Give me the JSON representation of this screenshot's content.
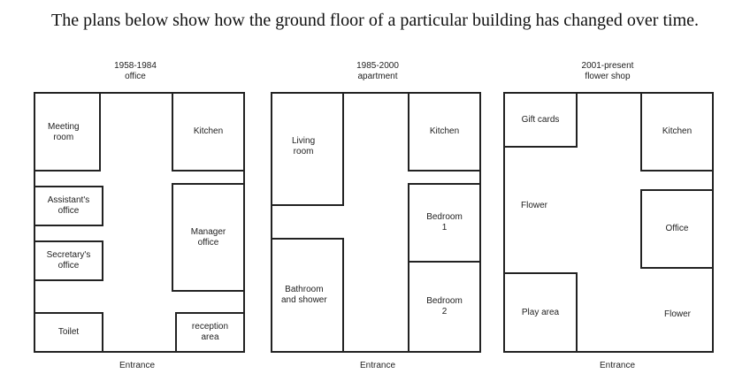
{
  "title": "The plans below show how the ground floor of a particular building has changed over time.",
  "plans": [
    {
      "period": "1958-1984",
      "use": "office",
      "entrance": "Entrance",
      "rooms": [
        "Meeting\nroom",
        "Kitchen",
        "Assistant's\noffice",
        "Secretary's\noffice",
        "Manager\noffice",
        "Toilet",
        "reception\narea"
      ]
    },
    {
      "period": "1985-2000",
      "use": "apartment",
      "entrance": "Entrance",
      "rooms": [
        "Living\nroom",
        "Kitchen",
        "Bedroom\n1",
        "Bedroom\n2",
        "Bathroom\nand shower"
      ]
    },
    {
      "period": "2001-present",
      "use": "flower shop",
      "entrance": "Entrance",
      "rooms": [
        "Gift cards",
        "Kitchen",
        "Office",
        "Play area"
      ],
      "areas": [
        "Flower",
        "Flower"
      ]
    }
  ]
}
